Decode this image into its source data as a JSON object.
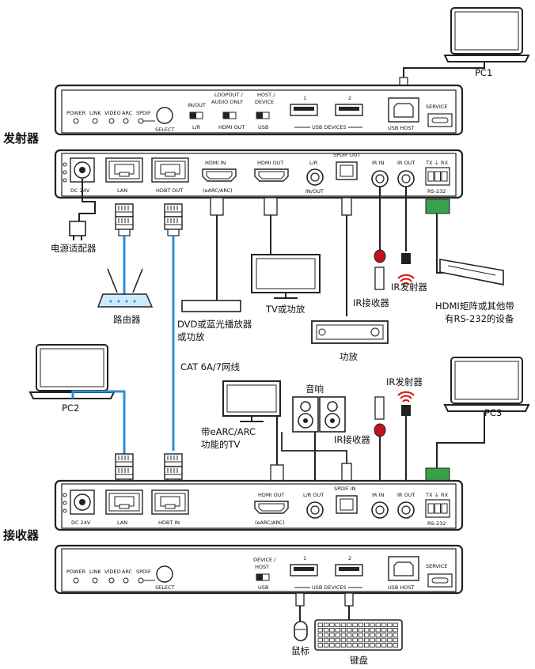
{
  "side_labels": {
    "transmitter": "发射器",
    "receiver": "接收器"
  },
  "tx_front": {
    "leds": [
      "POWER",
      "LINK",
      "VIDEO",
      "ARC",
      "SPDIF"
    ],
    "select": "SELECT",
    "sw1": {
      "top": "IN/OUT",
      "bottom": "L/R"
    },
    "sw2": {
      "top1": "LOOPOUT /",
      "top2": "AUDIO ONLY",
      "bottom": "HDMI OUT"
    },
    "sw3": {
      "top1": "HOST /",
      "top2": "DEVICE",
      "bottom": "USB"
    },
    "usb1": "1",
    "usb2": "2",
    "usb_devices": "USB DEVICES",
    "usb_host": "USB HOST",
    "service": "SERVICE"
  },
  "tx_rear": {
    "dc": "DC 24V",
    "lan": "LAN",
    "hdbt": "HDBT OUT",
    "hdmi_in": "HDMI IN",
    "earc": "(eARC/ARC)",
    "hdmi_out": "HDMI OUT",
    "lr": "L/R",
    "inout": "IN/OUT",
    "spdif": "SPDIF OUT",
    "irin": "IR IN",
    "irout": "IR OUT",
    "txrx": "TX ⏚ RX",
    "rs232": "RS-232"
  },
  "rx_rear": {
    "dc": "DC 24V",
    "lan": "LAN",
    "hdbt": "HDBT IN",
    "hdmi_out": "HDMI OUT",
    "earc": "(eARC/ARC)",
    "lrout": "L/R OUT",
    "spdif": "SPDIF IN",
    "irin": "IR IN",
    "irout": "IR OUT",
    "txrx": "TX ⏚ RX",
    "rs232": "RS-232"
  },
  "rx_front": {
    "leds": [
      "POWER",
      "LINK",
      "VIDEO",
      "ARC",
      "SPDIF"
    ],
    "select": "SELECT",
    "sw": {
      "top1": "DEVICE /",
      "top2": "HOST",
      "bottom": "USB"
    },
    "usb1": "1",
    "usb2": "2",
    "usb_devices": "USB DEVICES",
    "usb_host": "USB HOST",
    "service": "SERVICE"
  },
  "devices": {
    "pc1": "PC1",
    "pc2": "PC2",
    "pc3": "PC3",
    "power_adapter": "电源适配器",
    "router": "路由器",
    "dvd1": "DVD或蓝光播放器",
    "dvd2": "或功放",
    "tv": "TV或功放",
    "ir_rx1": "IR接收器",
    "ir_tx1": "IR发射器",
    "matrix1": "HDMI矩阵或其他带",
    "matrix2": "有RS-232的设备",
    "amp": "功放",
    "cable": "CAT 6A/7网线",
    "speaker": "音响",
    "earc_tv1": "带eARC/ARC",
    "earc_tv2": "功能的TV",
    "ir_rx2": "IR接收器",
    "ir_tx2": "IR发射器",
    "mouse": "鼠标",
    "keyboard": "键盘"
  }
}
